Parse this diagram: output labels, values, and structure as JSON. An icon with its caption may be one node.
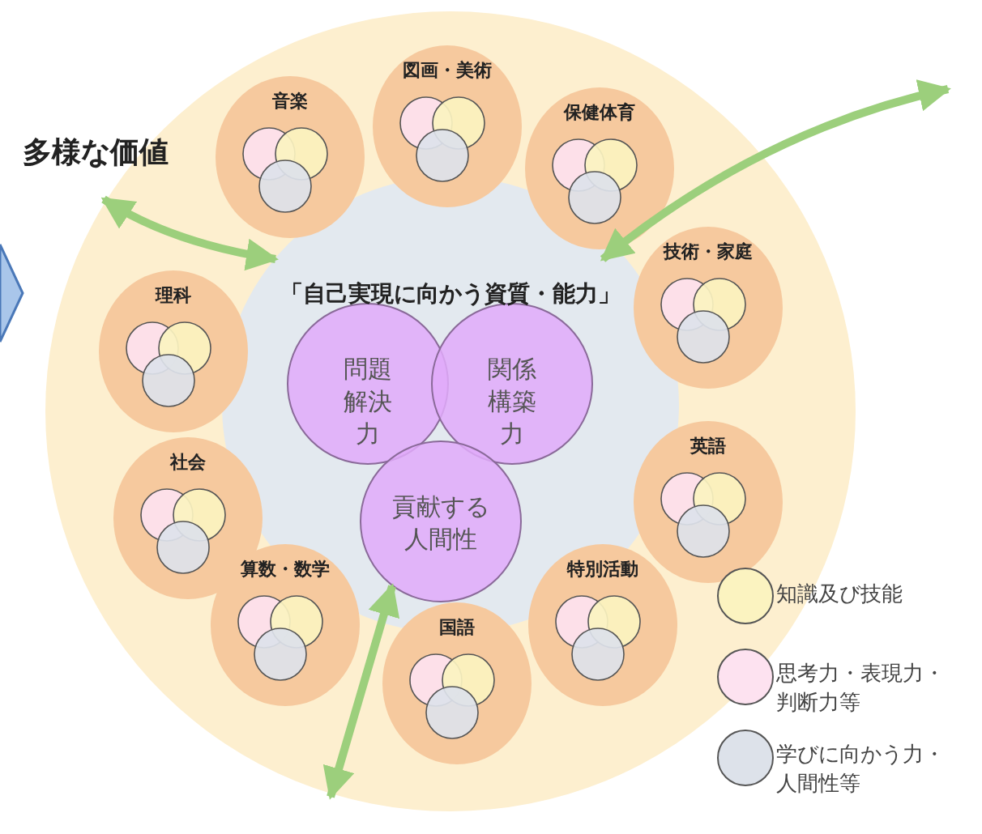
{
  "diagram": {
    "nodes": [
      {
        "text": [
          "多様な価値"
        ]
      },
      {
        "text": [],
        "shape": "circle"
      },
      {
        "text": [
          "「自己実現に向かう資質・能力」"
        ],
        "in": 1
      },
      {
        "text": [
          "問題解決力"
        ],
        "in": 2
      },
      {
        "text": [
          "関係構築力"
        ],
        "in": 2
      },
      {
        "text": [
          "貢献する人間性"
        ],
        "in": 2
      },
      {
        "text": [
          "図画・美術"
        ],
        "in": 1
      },
      {
        "text": [
          "音楽"
        ],
        "in": 1
      },
      {
        "text": [
          "保健体育"
        ],
        "in": 1
      },
      {
        "text": [
          "理科"
        ],
        "in": 1
      },
      {
        "text": [
          "技術・家庭"
        ],
        "in": 1
      },
      {
        "text": [
          "社会"
        ],
        "in": 1
      },
      {
        "text": [
          "英語"
        ],
        "in": 1
      },
      {
        "text": [
          "算数・数学"
        ],
        "in": 1
      },
      {
        "text": [
          "特別活動"
        ],
        "in": 1
      },
      {
        "text": [
          "国語"
        ],
        "in": 1
      }
    ],
    "edges": [
      {
        "from": 0,
        "to": 2,
        "arrow": "both"
      },
      {
        "from": 2,
        "to": null,
        "arrow": "both"
      },
      {
        "from": 5,
        "to": null,
        "arrow": "both"
      }
    ],
    "legend": [
      {
        "text": "知識及び技能",
        "color": "#fbf3c0"
      },
      {
        "text": "思考力・表現力・判断力等",
        "color": "#fde2f0"
      },
      {
        "text": "学びに向かう力・人間性等",
        "color": "#dde2ea"
      }
    ]
  }
}
